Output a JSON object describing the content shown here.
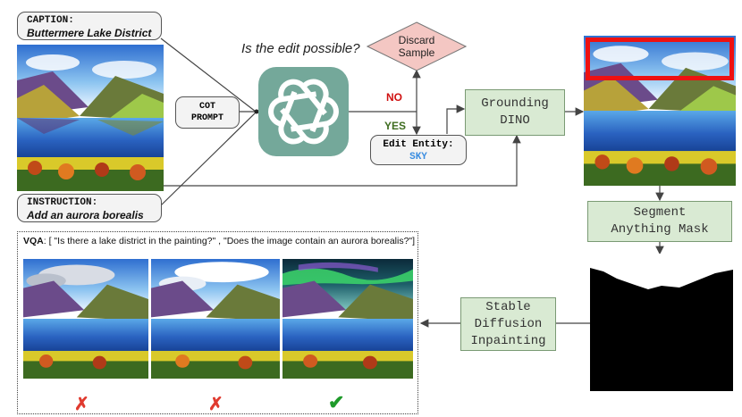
{
  "caption": {
    "label": "CAPTION:",
    "text": "Buttermere Lake District"
  },
  "instruction": {
    "label": "INSTRUCTION:",
    "text": "Add an aurora borealis"
  },
  "cot_prompt": {
    "line1": "COT",
    "line2": "PROMPT"
  },
  "question": "Is the edit possible?",
  "discard": {
    "line1": "Discard",
    "line2": "Sample"
  },
  "no_label": "NO",
  "yes_label": "YES",
  "edit_entity": {
    "label": "Edit Entity:",
    "value": "SKY"
  },
  "grounding": {
    "line1": "Grounding",
    "line2": "DINO"
  },
  "segment": {
    "line1": "Segment",
    "line2": "Anything Mask"
  },
  "inpainting": {
    "line1": "Stable",
    "line2": "Diffusion",
    "line3": "Inpainting"
  },
  "vqa": {
    "label": "VQA",
    "text": ": [ \"Is there a lake district in the painting?\" , \"Does the image contain an aurora borealis?\"]"
  },
  "results": [
    {
      "mark": "✗",
      "color": "#e03a2f"
    },
    {
      "mark": "✗",
      "color": "#e03a2f"
    },
    {
      "mark": "✔",
      "color": "#1e9a2a"
    }
  ],
  "colors": {
    "no": "#d01010",
    "yes": "#3f6d20",
    "sky": "#3b8de0",
    "bbox": "#ee1111",
    "green_box": "#d9ead3",
    "discard": "#f4c7c3"
  },
  "icons": {
    "openai": "openai-logo-icon"
  }
}
